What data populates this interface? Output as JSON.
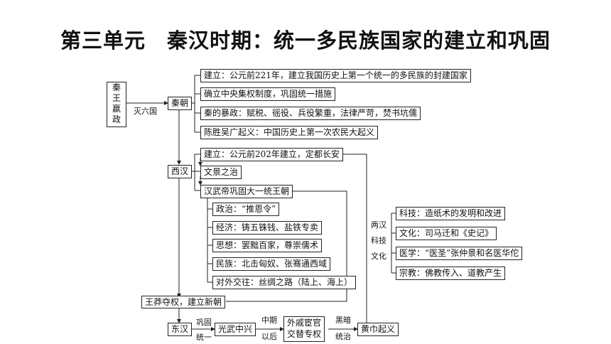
{
  "title": "第三单元　秦汉时期：统一多民族国家的建立和巩固",
  "qin_king": [
    "秦",
    "王",
    "嬴",
    "政"
  ],
  "edge_mie": "灭六国",
  "qin": {
    "label": "秦朝",
    "items": [
      "建立：公元前221年，建立我国历史上第一个统一的多民族的封建国家",
      "确立中央集权制度，巩固统一措施",
      "秦的暴政：赋税、徭役、兵役繁重，法律严苛，焚书坑儒",
      "陈胜吴广起义：中国历史上第一次农民大起义"
    ]
  },
  "western_han": {
    "label": "西汉",
    "founding": "建立：公元前202年建立，定都长安",
    "wenjing": "文景之治",
    "wudi": "汉武帝巩固大一统王朝",
    "wudi_items": [
      "政治：“推恩令”",
      "经济：铸五铢钱、盐铁专卖",
      "思想：罢黜百家，尊崇儒术",
      "民族：北击匈奴、张骞通西域",
      "对外交往：丝绸之路（陆上、海上）"
    ]
  },
  "tech": {
    "label": [
      "两汉",
      "科技",
      "文化"
    ],
    "items": [
      "科技：造纸术的发明和改进",
      "文化：司马迁和《史记》",
      "医学：“医圣”张仲景和名医华佗",
      "宗教：佛教传入、道教产生"
    ]
  },
  "wangmang": "王莽夺权，建立新朝",
  "eastern_han": {
    "label": "东汉",
    "edge1_top": "巩固",
    "edge1_bottom": "统一",
    "guangwu": "光武中兴",
    "edge2_top": "中期",
    "edge2_bottom": "以后",
    "waiqi": [
      "外戚宦官",
      "交替专权"
    ],
    "edge3_top": "黑暗",
    "edge3_bottom": "统治",
    "huangjin": "黄巾起义"
  }
}
